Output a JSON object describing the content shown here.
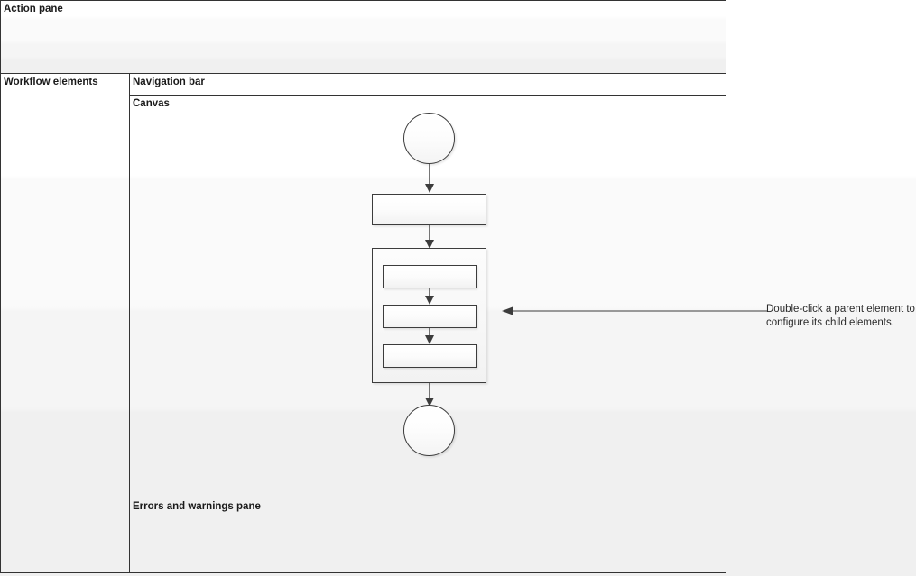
{
  "panes": {
    "action_pane": {
      "label": "Action pane"
    },
    "workflow_elements": {
      "label": "Workflow elements"
    },
    "navigation_bar": {
      "label": "Navigation bar"
    },
    "canvas": {
      "label": "Canvas"
    },
    "errors_pane": {
      "label": "Errors and warnings pane"
    }
  },
  "canvas_diagram": {
    "nodes": [
      {
        "id": "start",
        "type": "ellipse",
        "label": ""
      },
      {
        "id": "task-1",
        "type": "rectangle",
        "label": ""
      },
      {
        "id": "parent-element",
        "type": "container",
        "label": ""
      },
      {
        "id": "child-element-1",
        "type": "rectangle",
        "label": ""
      },
      {
        "id": "child-element-2",
        "type": "rectangle",
        "label": ""
      },
      {
        "id": "child-element-3",
        "type": "rectangle",
        "label": ""
      },
      {
        "id": "end",
        "type": "ellipse",
        "label": ""
      }
    ],
    "connectors": [
      {
        "from": "start",
        "to": "task-1"
      },
      {
        "from": "task-1",
        "to": "parent-element"
      },
      {
        "from": "child-element-1",
        "to": "child-element-2"
      },
      {
        "from": "child-element-2",
        "to": "child-element-3"
      },
      {
        "from": "parent-element",
        "to": "end"
      }
    ]
  },
  "annotation": {
    "text": "Double-click a parent element to configure its child elements.",
    "line1": "Double-click a parent element to",
    "line2": "configure its child elements."
  },
  "colors": {
    "border": "#333333",
    "shape_stroke": "#3c3c3c",
    "text": "#1a1a1a",
    "annotation_text": "#2b2b2b",
    "background_top": "#ffffff",
    "background_bottom": "#f0f0f0"
  }
}
